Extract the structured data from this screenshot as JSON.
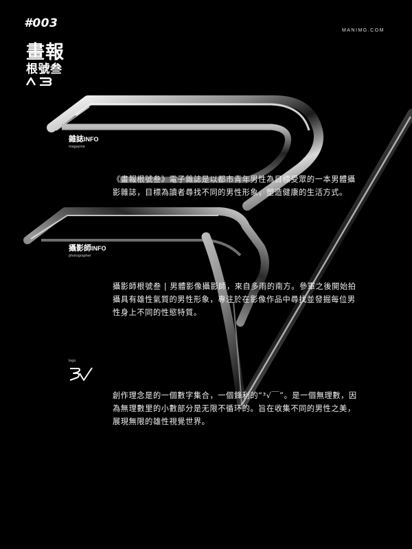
{
  "header": {
    "issue_number": "#003",
    "site": "MANIMG.COM"
  },
  "brand": {
    "line1": "畫報",
    "line2": "根號叁",
    "line3": "∧∃"
  },
  "sections": [
    {
      "title_cn": "雜誌",
      "title_en": "INFO",
      "subtitle": "magazine",
      "body": "《畫報根號叁》電子雜誌是以都市青年男性為目標受眾的一本男體攝影雜誌，目標為讀者尋找不同的男性形象，塑造健康的生活方式。"
    },
    {
      "title_cn": "攝影師",
      "title_en": "INFO",
      "subtitle": "photographer",
      "body": "攝影師根號叁 | 男體影像攝影師，來自多雨的南方。參軍之後開始拍攝具有雄性氣質的男性形象，專注於在影像作品中尋找並發掘每位男性身上不同的性慾特質。"
    },
    {
      "subtitle": "logo",
      "body": "創作理念是的一個數字集合，一個鋒利的“³√￣”。是一個無理數，因為無理數里的小數部分是无限不循环的。旨在收集不同的男性之美，展現無限的雄性視覺世界。"
    }
  ],
  "colors": {
    "background": "#000000",
    "text": "#ffffff",
    "chrome_light": "#f0f0f0",
    "chrome_dark": "#3a3a3a"
  }
}
